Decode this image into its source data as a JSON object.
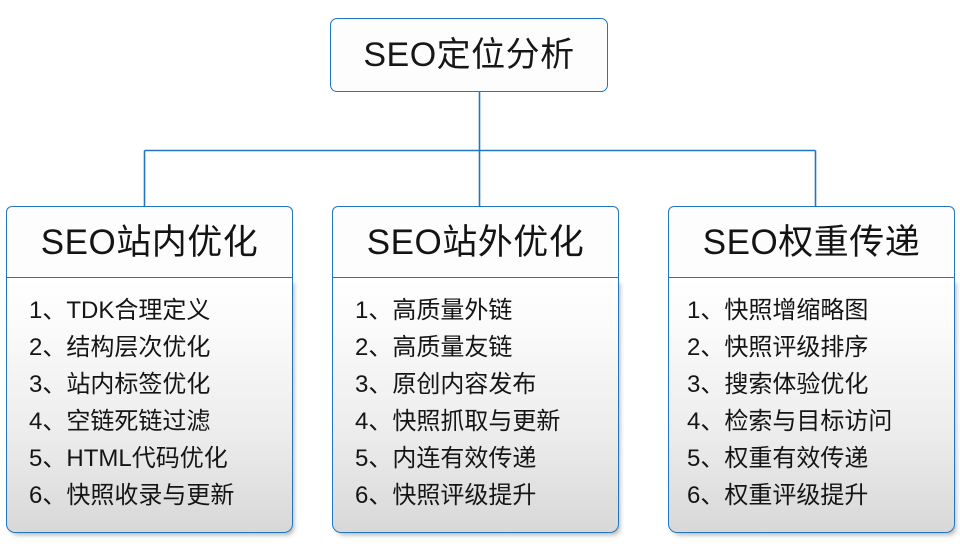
{
  "diagram": {
    "type": "tree-hierarchy",
    "root": {
      "title": "SEO定位分析"
    },
    "accent_color": "#2077c0",
    "text_color": "#151515",
    "panel_gradient_top": "#ffffff",
    "panel_gradient_bottom": "#d8d8d8",
    "branches": [
      {
        "title": "SEO站内优化",
        "items": [
          {
            "index": "1、",
            "label": "TDK合理定义"
          },
          {
            "index": "2、",
            "label": "结构层次优化"
          },
          {
            "index": "3、",
            "label": "站内标签优化"
          },
          {
            "index": "4、",
            "label": "空链死链过滤"
          },
          {
            "index": "5、",
            "label": "HTML代码优化"
          },
          {
            "index": "6、",
            "label": "快照收录与更新"
          }
        ]
      },
      {
        "title": "SEO站外优化",
        "items": [
          {
            "index": "1、",
            "label": "高质量外链"
          },
          {
            "index": "2、",
            "label": "高质量友链"
          },
          {
            "index": "3、",
            "label": "原创内容发布"
          },
          {
            "index": "4、",
            "label": "快照抓取与更新"
          },
          {
            "index": "5、",
            "label": "内连有效传递"
          },
          {
            "index": "6、",
            "label": "快照评级提升"
          }
        ]
      },
      {
        "title": "SEO权重传递",
        "items": [
          {
            "index": "1、",
            "label": "快照增缩略图"
          },
          {
            "index": "2、",
            "label": "快照评级排序"
          },
          {
            "index": "3、",
            "label": "搜索体验优化"
          },
          {
            "index": "4、",
            "label": "检索与目标访问"
          },
          {
            "index": "5、",
            "label": "权重有效传递"
          },
          {
            "index": "6、",
            "label": "权重评级提升"
          }
        ]
      }
    ]
  }
}
